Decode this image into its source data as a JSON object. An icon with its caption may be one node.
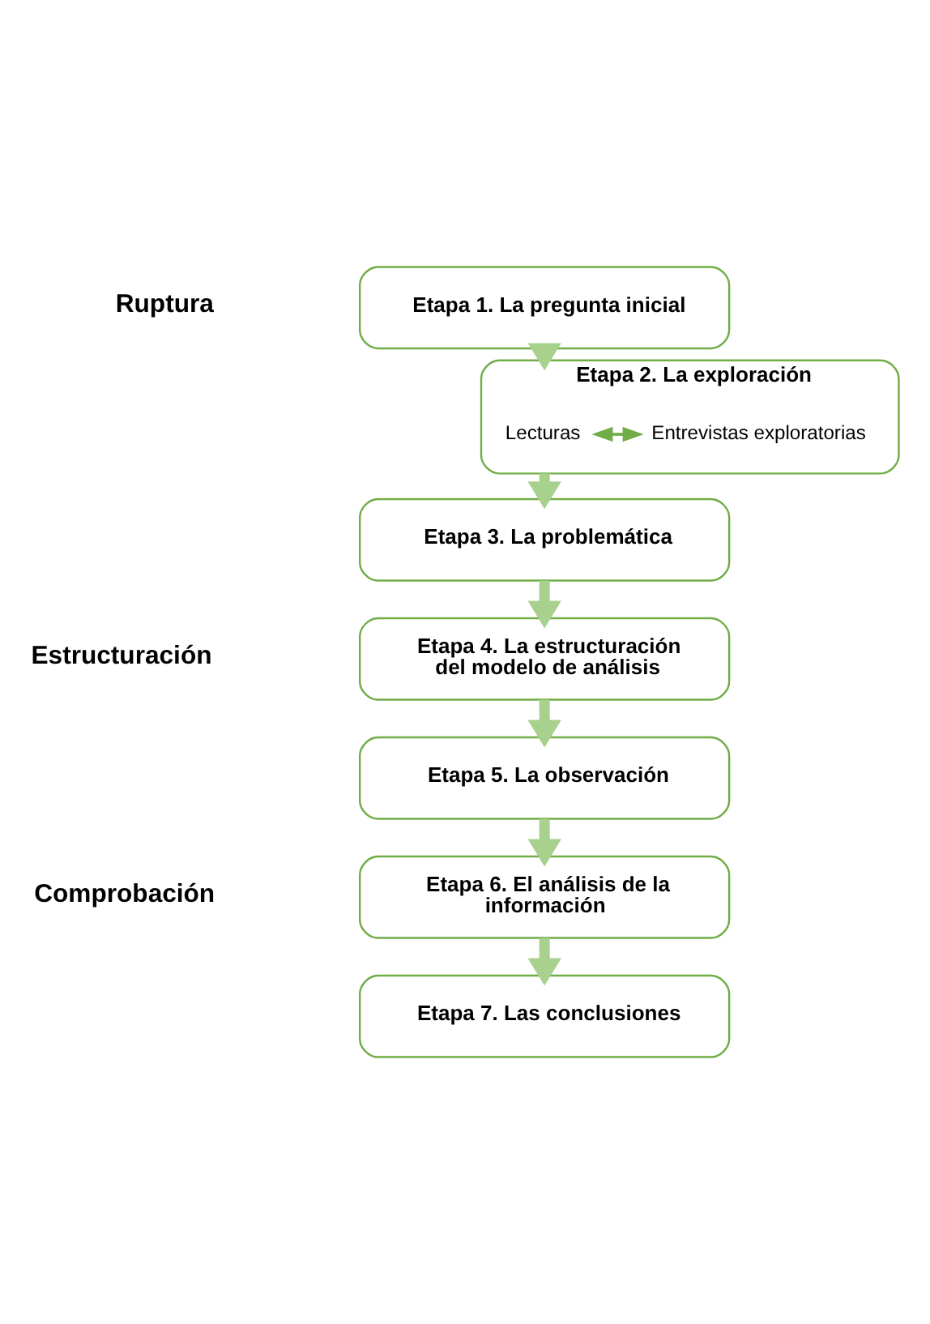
{
  "diagram": {
    "nodes": [
      {
        "text": [
          "Etapa 1. La pregunta inicial"
        ]
      },
      {
        "text": [
          "Etapa 2. La exploración"
        ]
      },
      {
        "text": [
          "Lecturas"
        ],
        "in": 1
      },
      {
        "text": [
          "Entrevistas exploratorias"
        ],
        "in": 1
      },
      {
        "text": [
          "Etapa 3. La problemática"
        ]
      },
      {
        "text": [
          "Etapa 4. La estructuración del modelo de análisis"
        ]
      },
      {
        "text": [
          "Etapa 5. La observación"
        ]
      },
      {
        "text": [
          "Etapa 6. El análisis de la información"
        ]
      },
      {
        "text": [
          "Etapa 7. Las conclusiones"
        ]
      }
    ],
    "edges": [
      {
        "from": 0,
        "to": 1,
        "arrow": "to"
      },
      {
        "from": 2,
        "to": 3,
        "arrow": "both",
        "color": "#70ad47"
      },
      {
        "from": 1,
        "to": 4,
        "arrow": "to"
      },
      {
        "from": 4,
        "to": 5,
        "arrow": "to"
      },
      {
        "from": 5,
        "to": 6,
        "arrow": "to"
      },
      {
        "from": 6,
        "to": 7,
        "arrow": "to"
      },
      {
        "from": 7,
        "to": 8,
        "arrow": "to"
      }
    ],
    "labels": [
      "Ruptura",
      "Estructuración",
      "Comprobación"
    ]
  }
}
